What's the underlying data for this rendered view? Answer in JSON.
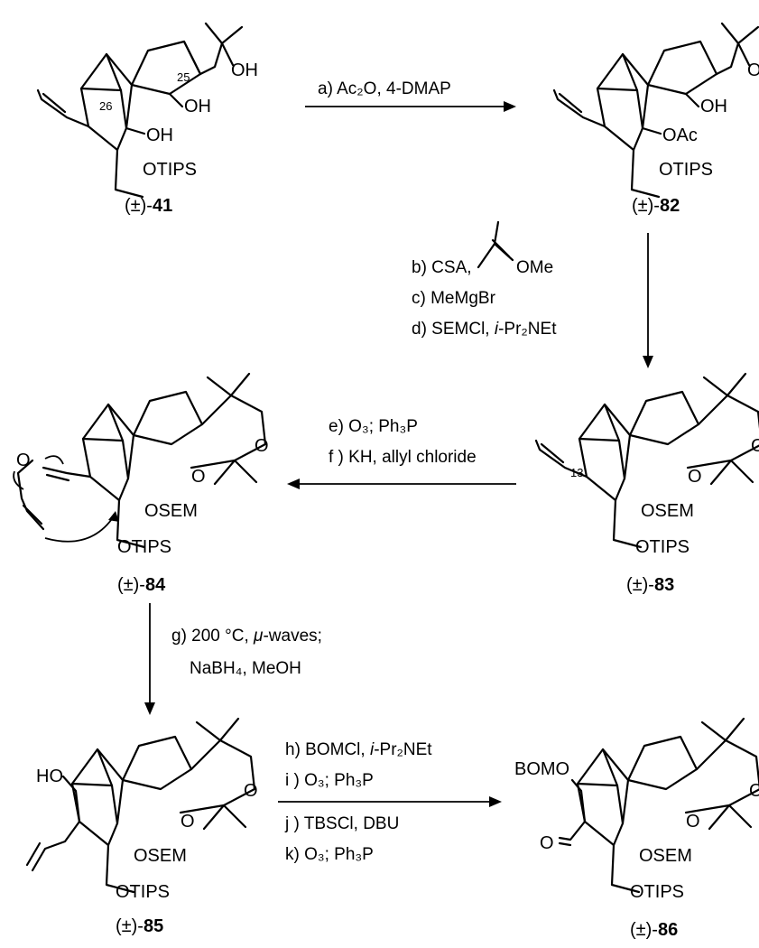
{
  "compounds": {
    "c41": {
      "prefix": "(±)-",
      "number": "41",
      "labels": {
        "oh_iso": "OH",
        "oh25": "OH",
        "oh26": "OH",
        "otips": "OTIPS",
        "n25": "25",
        "n26": "26"
      }
    },
    "c82": {
      "prefix": "(±)-",
      "number": "82",
      "labels": {
        "oh_iso": "OH",
        "oh": "OH",
        "oac": "OAc",
        "otips": "OTIPS"
      }
    },
    "c83": {
      "prefix": "(±)-",
      "number": "83",
      "labels": {
        "o1": "O",
        "o2": "O",
        "osem": "OSEM",
        "otips": "OTIPS",
        "n13": "13"
      }
    },
    "c84": {
      "prefix": "(±)-",
      "number": "84",
      "labels": {
        "o1": "O",
        "o2": "O",
        "o_enol": "O",
        "osem": "OSEM",
        "otips": "OTIPS"
      }
    },
    "c85": {
      "prefix": "(±)-",
      "number": "85",
      "labels": {
        "o1": "O",
        "o2": "O",
        "ho": "HO",
        "osem": "OSEM",
        "otips": "OTIPS"
      }
    },
    "c86": {
      "prefix": "(±)-",
      "number": "86",
      "labels": {
        "o1": "O",
        "o2": "O",
        "bomo": "BOMO",
        "cho": "O",
        "osem": "OSEM",
        "otips": "OTIPS"
      }
    }
  },
  "steps": {
    "a": "a) Ac₂O, 4-DMAP",
    "b": "b) CSA,",
    "b_reagent_label": "OMe",
    "c": "c)  MeMgBr",
    "d_prefix": "d) SEMCl,",
    "d_italic": "i",
    "d_suffix": "-Pr₂NEt",
    "e": "e) O₃; Ph₃P",
    "f": "f ) KH, allyl chloride",
    "g1_prefix": "g)  200 °C,",
    "g1_italic": "μ",
    "g1_suffix": "-waves;",
    "g2": "NaBH₄, MeOH",
    "h_prefix": "h) BOMCl,",
    "h_italic": "i",
    "h_suffix": "-Pr₂NEt",
    "i": "i ) O₃; Ph₃P",
    "j": "j ) TBSCl, DBU",
    "k": "k)  O₃; Ph₃P"
  }
}
